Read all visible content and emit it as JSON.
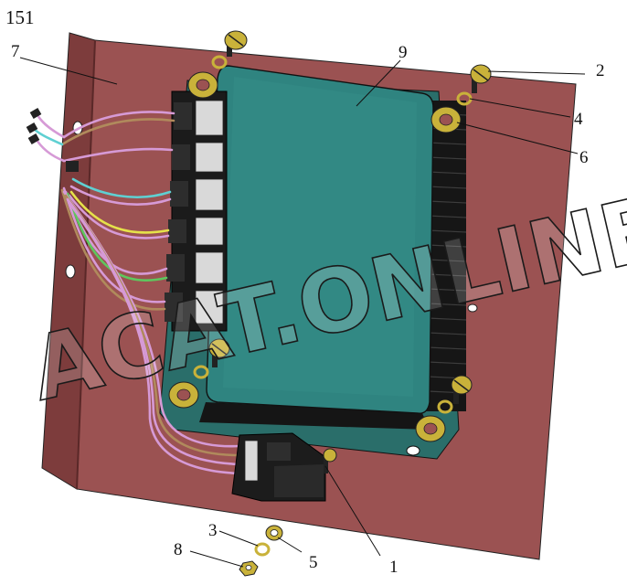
{
  "figure_number": "151",
  "watermark": "ACAT.ONLINE",
  "colors": {
    "bracket": "#9b5252",
    "bracket_dark": "#6e3434",
    "ecu_body": "#2e7f7b",
    "ecu_top": "#3a928c",
    "fins": "#131313",
    "washer": "#c9b23a",
    "connector": "#202020",
    "wire_pink": "#d69ad6",
    "wire_cyan": "#5fd0d2",
    "wire_yellow": "#e5e24a",
    "wire_green": "#5ec75e",
    "wire_brown": "#b08a5c"
  },
  "callouts": [
    {
      "id": "1",
      "text": "1"
    },
    {
      "id": "2",
      "text": "2"
    },
    {
      "id": "3",
      "text": "3"
    },
    {
      "id": "4",
      "text": "4"
    },
    {
      "id": "5",
      "text": "5"
    },
    {
      "id": "6",
      "text": "6"
    },
    {
      "id": "7",
      "text": "7"
    },
    {
      "id": "8",
      "text": "8"
    },
    {
      "id": "9",
      "text": "9"
    }
  ]
}
